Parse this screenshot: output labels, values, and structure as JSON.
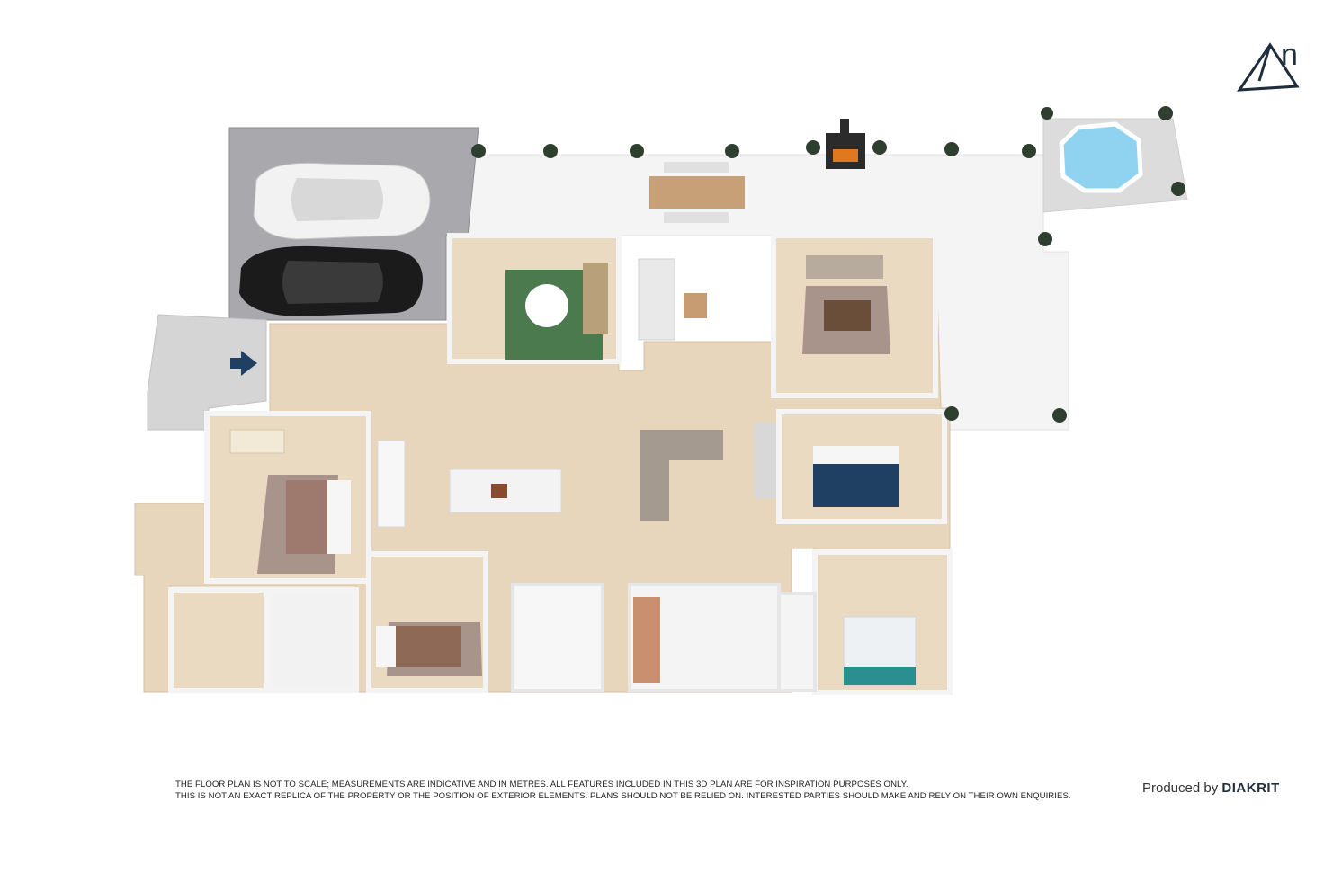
{
  "compass": {
    "letter": "n",
    "icon": "north-arrow-icon"
  },
  "disclaimer": {
    "line1": "THE FLOOR PLAN IS NOT TO SCALE; MEASUREMENTS ARE INDICATIVE AND IN METRES. ALL FEATURES INCLUDED IN THIS 3D PLAN ARE FOR INSPIRATION PURPOSES ONLY.",
    "line2": "THIS IS NOT AN EXACT REPLICA OF THE PROPERTY OR THE POSITION OF EXTERIOR ELEMENTS. PLANS SHOULD NOT BE RELIED ON. INTERESTED PARTIES SHOULD MAKE AND RELY ON THEIR OWN ENQUIRIES."
  },
  "credit": {
    "prefix": "Produced by",
    "brand": "DIAKRIT"
  },
  "colors": {
    "floor_wood": "#e8d6bc",
    "wall": "#f4f4f4",
    "wall_edge": "#d0d0d0",
    "outdoor": "#f3f3f3",
    "garage": "#a9a9ad",
    "pool_water": "#8fd3f0",
    "rug_green": "#4a7a4e",
    "rug_taupe": "#a8948a",
    "bedding_navy": "#1f3f63",
    "entry_arrow": "#1f3f63"
  },
  "icons": [
    "entry-arrow-icon",
    "car-icon",
    "fireplace-icon",
    "spa-pool-icon",
    "potted-plant-icon",
    "bed-icon",
    "sofa-icon",
    "dining-table-icon"
  ]
}
